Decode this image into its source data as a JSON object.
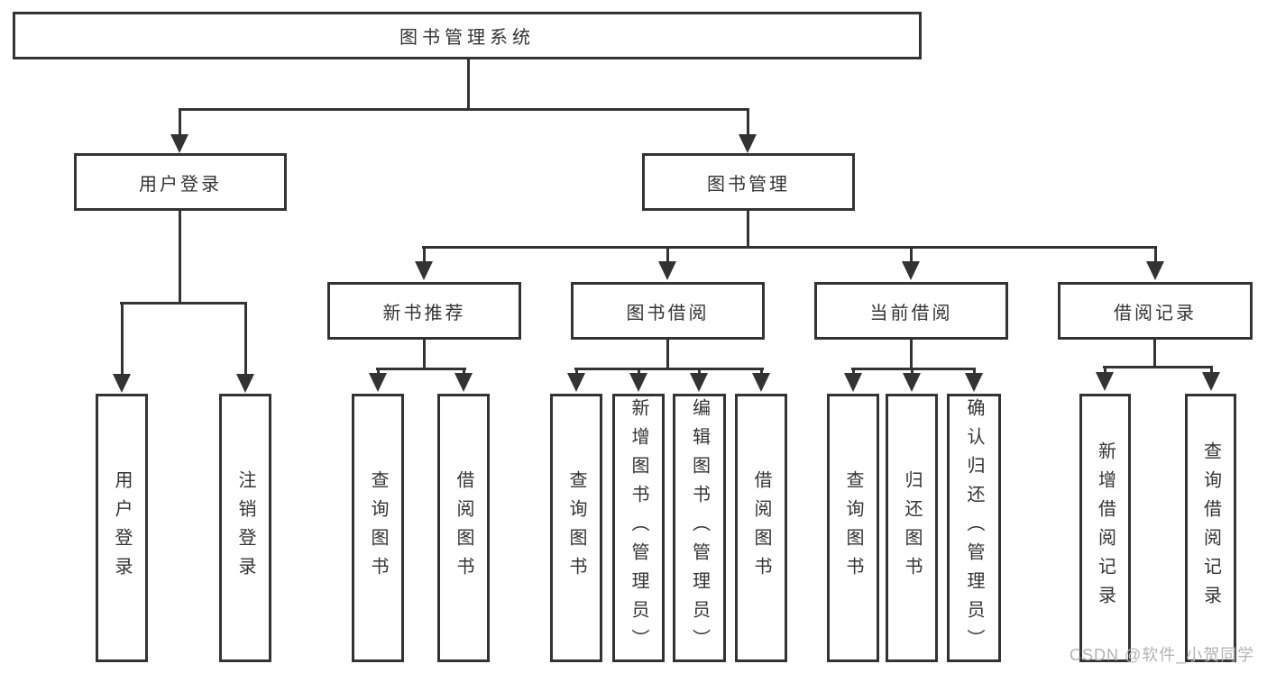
{
  "diagram": {
    "root": {
      "label": "图书管理系统"
    },
    "user_login": {
      "label": "用户登录",
      "children": {
        "login": "用户登录",
        "logout": "注销登录"
      }
    },
    "book_mgmt": {
      "label": "图书管理",
      "sections": {
        "new_book": {
          "label": "新书推荐",
          "children": {
            "query": "查询图书",
            "borrow": "借阅图书"
          }
        },
        "borrowing": {
          "label": "图书借阅",
          "children": {
            "query": "查询图书",
            "add": "新增图书（管理员）",
            "edit": "编辑图书（管理员）",
            "borrow": "借阅图书"
          }
        },
        "current": {
          "label": "当前借阅",
          "children": {
            "query": "查询图书",
            "return": "归还图书",
            "confirm": "确认归还（管理员）"
          }
        },
        "records": {
          "label": "借阅记录",
          "children": {
            "add": "新增借阅记录",
            "query": "查询借阅记录"
          }
        }
      }
    }
  },
  "watermark": {
    "text": "CSDN @软件_小贺同学"
  },
  "colors": {
    "line": "#333333",
    "text": "#333333",
    "watermark": "#b3b3b3",
    "background": "#ffffff"
  }
}
